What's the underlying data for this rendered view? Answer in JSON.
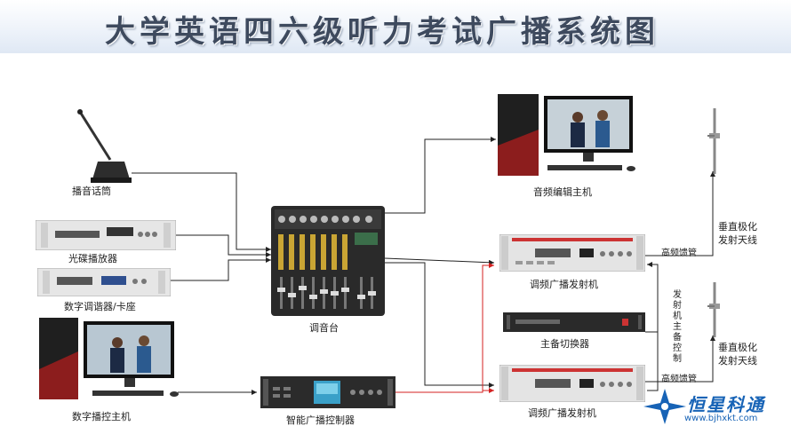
{
  "title": "大学英语四六级听力考试广播系统图",
  "labels": {
    "microphone": "播音话筒",
    "cd_player": "光碟播放器",
    "tuner": "数字调谐器/卡座",
    "control_host": "数字播控主机",
    "audio_editing_host": "音频编辑主机",
    "mixer": "调音台",
    "fm_transmitter_top": "调频广播发射机",
    "fm_transmitter_bottom": "调频广播发射机",
    "switcher": "主备切换器",
    "smart_controller": "智能广播控制器",
    "antenna_top": "垂直极化\n发射天线",
    "antenna_bottom": "垂直极化\n发射天线",
    "feeder_top": "高频馈管",
    "feeder_bottom": "高频馈管",
    "tx_control": "发射机主备控制"
  },
  "logo": {
    "name": "恒星科通",
    "url": "www.bjhxkt.com"
  },
  "colors": {
    "wire": "#222222",
    "red_wire": "#d42020",
    "title": "#3e4a5e",
    "brand": "#1763b6"
  }
}
